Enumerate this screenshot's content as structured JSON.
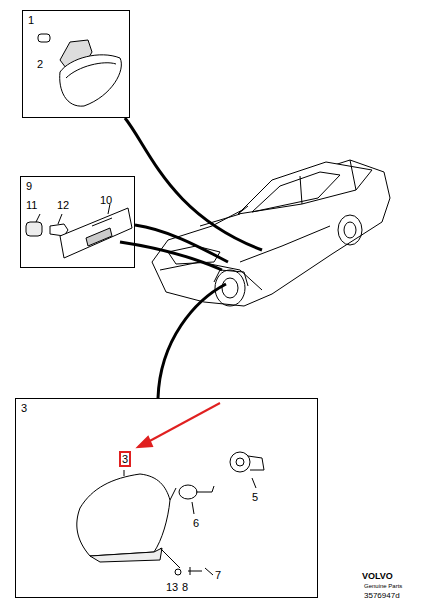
{
  "diagram": {
    "nodes": [
      {
        "text": [
          "1"
        ]
      },
      {
        "text": [
          "9"
        ]
      },
      {
        "text": [
          "3"
        ]
      }
    ],
    "labels": [
      "2",
      "11",
      "12",
      "10",
      "3",
      "5",
      "6",
      "7",
      "13",
      "8",
      "VOLVO",
      "Genuine Parts",
      "3576947d"
    ]
  }
}
